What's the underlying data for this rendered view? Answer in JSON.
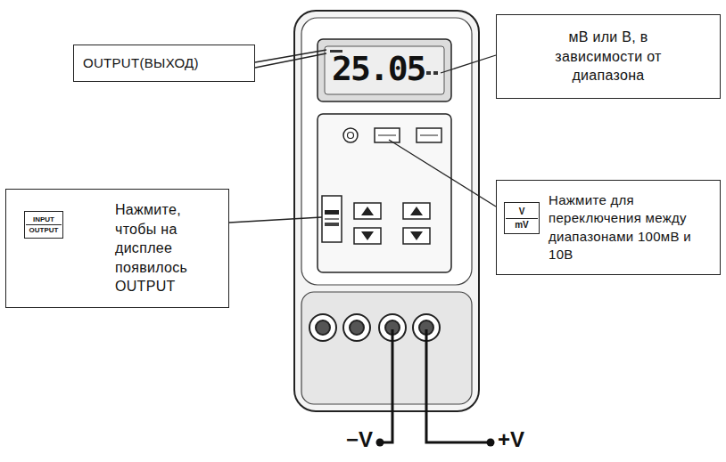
{
  "diagram": {
    "nodes": [
      {
        "text": [
          "OUTPUT(ВЫХОД)"
        ]
      },
      {
        "text": [
          "мВ или В, в зависимости от диапазона"
        ]
      },
      {
        "text": [
          "INPUT",
          "OUTPUT",
          "Нажмите, чтобы на дисплее появилось OUTPUT"
        ]
      },
      {
        "text": [
          "V",
          "mV",
          "Нажмите для переключения между диапазонами 100мВ и 10В"
        ]
      }
    ],
    "labels": [
      "25.05",
      "−V",
      "+V"
    ]
  }
}
